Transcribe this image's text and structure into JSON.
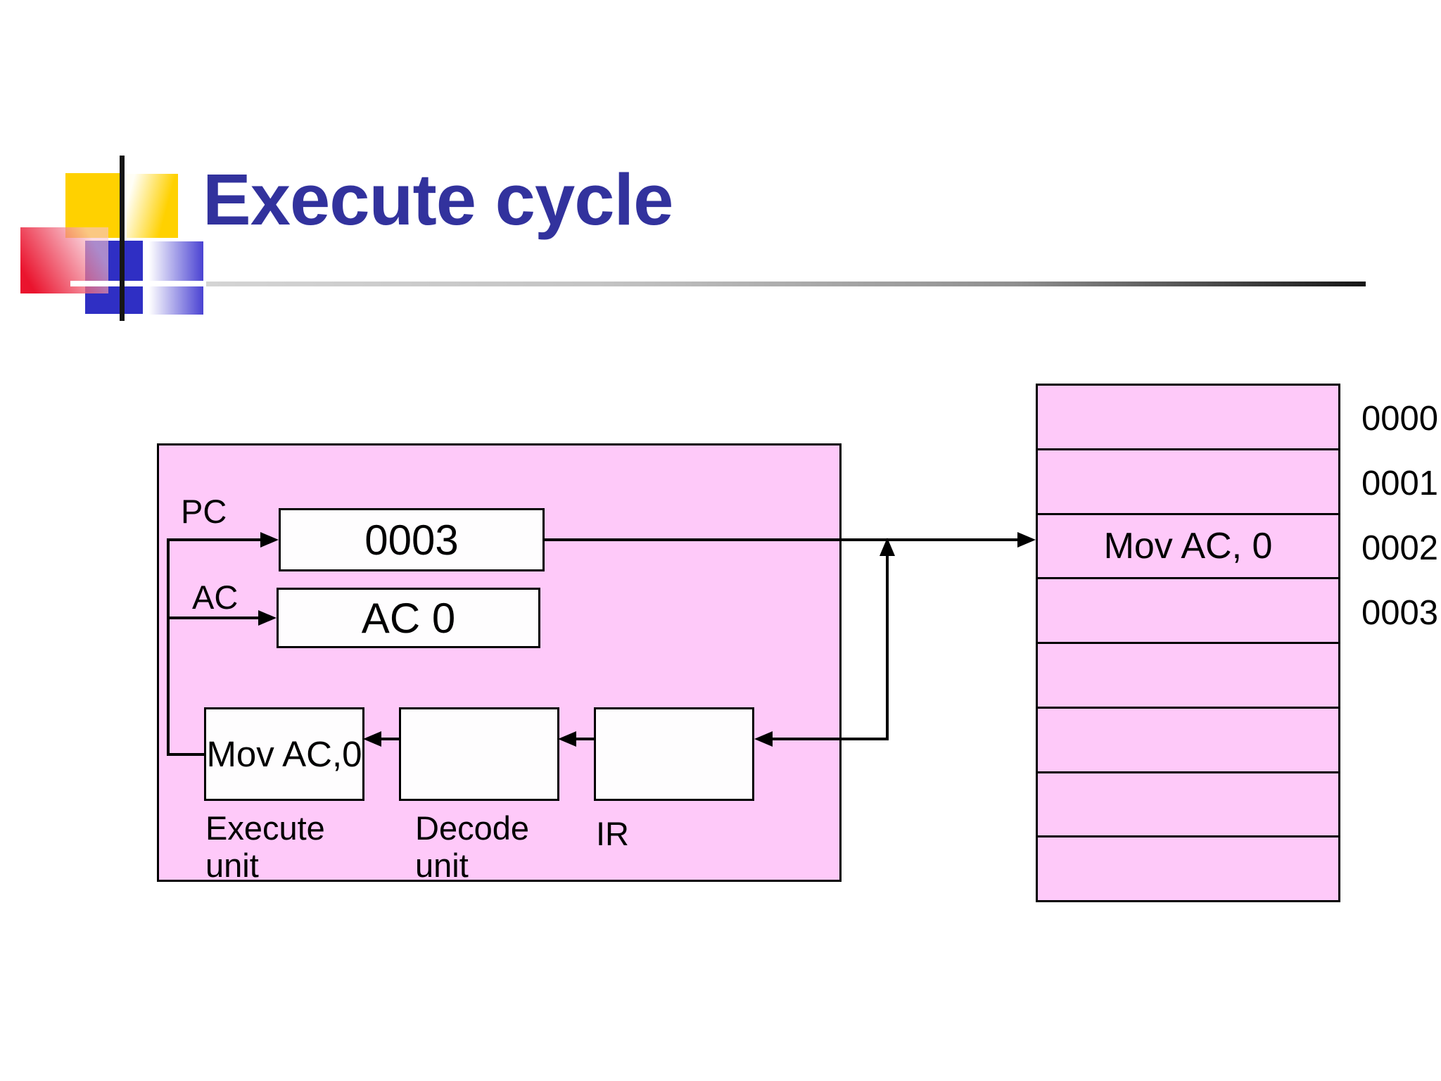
{
  "slide": {
    "title": "Execute cycle"
  },
  "colors": {
    "title_blue": "#32329d",
    "diagram_pink": "#fec9f9",
    "logo_yellow": "#ffd100",
    "logo_blue": "#2f2fc4",
    "logo_red": "#ea142e"
  },
  "cpu": {
    "pc_label": "PC",
    "pc_value": "0003",
    "ac_label": "AC",
    "ac_value": "AC 0",
    "execute_value": "Mov AC,0",
    "execute_unit_label": [
      "Execute",
      "unit"
    ],
    "decode_unit_label": [
      "Decode",
      "unit"
    ],
    "ir_label": "IR"
  },
  "memory": {
    "rows": [
      "",
      "",
      "Mov AC, 0",
      "",
      "",
      "",
      "",
      ""
    ],
    "addresses": [
      "0000",
      "0001",
      "0002",
      "0003"
    ]
  }
}
